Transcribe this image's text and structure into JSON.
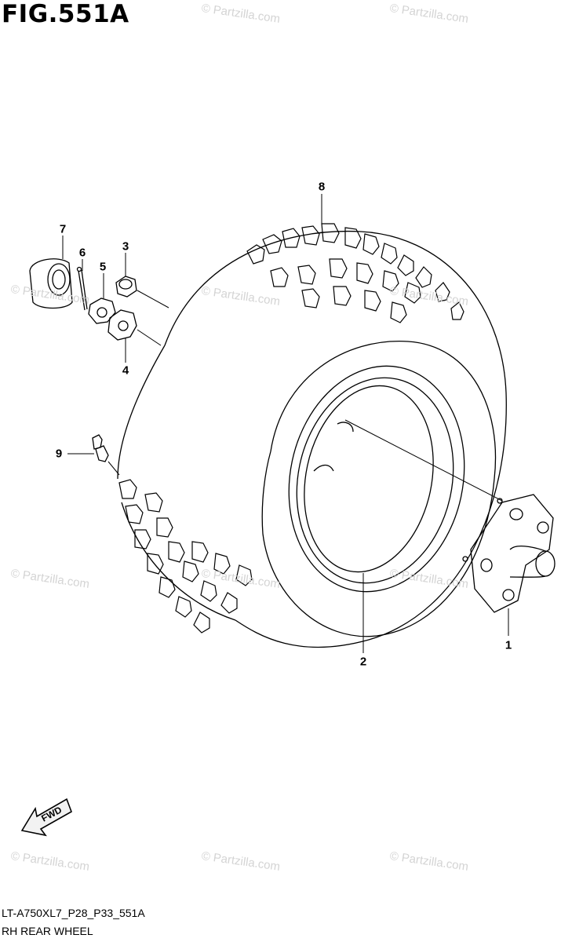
{
  "figure": {
    "title": "FIG.551A",
    "code": "LT-A750XL7_P28_P33_551A",
    "name": "RH REAR WHEEL"
  },
  "watermark": {
    "text": "© Partzilla.com"
  },
  "callouts": [
    {
      "id": "1",
      "label": "1"
    },
    {
      "id": "2",
      "label": "2"
    },
    {
      "id": "3",
      "label": "3"
    },
    {
      "id": "4",
      "label": "4"
    },
    {
      "id": "5",
      "label": "5"
    },
    {
      "id": "6",
      "label": "6"
    },
    {
      "id": "7",
      "label": "7"
    },
    {
      "id": "8",
      "label": "8"
    },
    {
      "id": "9",
      "label": "9"
    }
  ],
  "direction_indicator": {
    "label": "FWD"
  },
  "colors": {
    "line": "#000000",
    "watermark": "#d4d4d4",
    "background": "#ffffff"
  }
}
